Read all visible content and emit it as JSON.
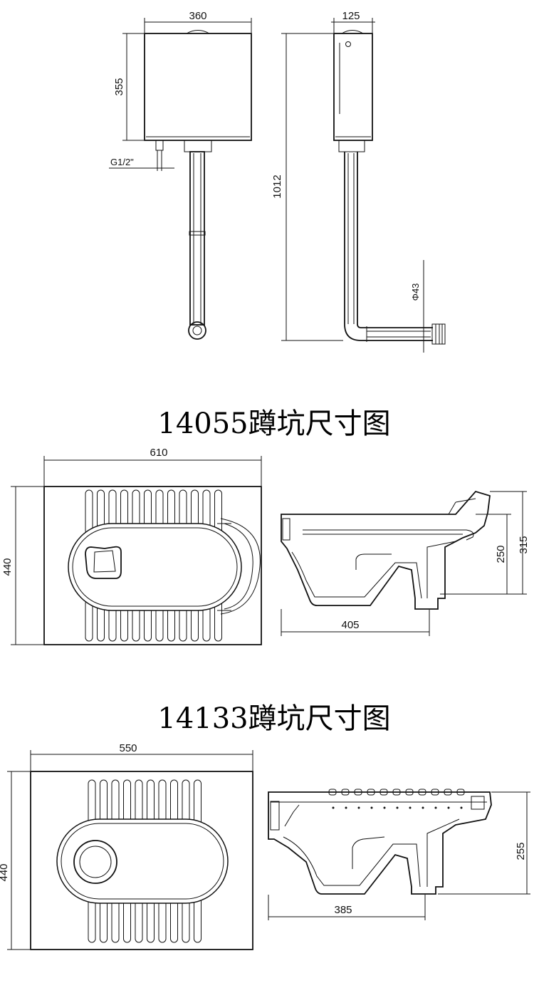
{
  "tank_section": {
    "dim_width_front": "360",
    "dim_height": "355",
    "dim_inlet": "G1/2\"",
    "dim_width_side": "125",
    "dim_total_height": "1012",
    "dim_pipe_diameter": "Φ43"
  },
  "pan_14055": {
    "title": "14055蹲坑尺寸图",
    "dim_length": "610",
    "dim_width": "440",
    "dim_side_length": "405",
    "dim_height_inner": "250",
    "dim_height_total": "315"
  },
  "pan_14133": {
    "title": "14133蹲坑尺寸图",
    "dim_length": "550",
    "dim_width": "440",
    "dim_side_length": "385",
    "dim_height": "255"
  }
}
